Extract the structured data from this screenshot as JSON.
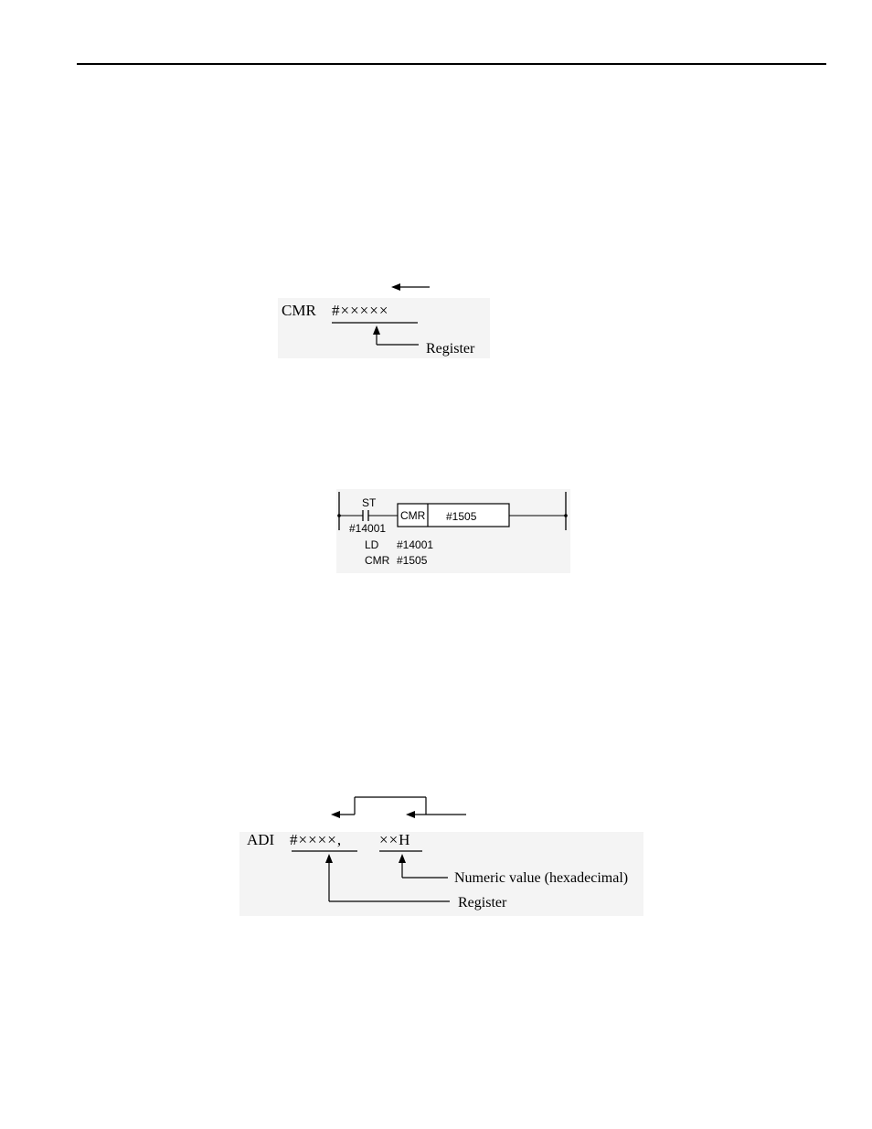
{
  "figure_cmr_format": {
    "instruction": "CMR",
    "operand": "#×××××",
    "label_register": "Register"
  },
  "figure_cmr_ladder": {
    "contact_label": "ST",
    "contact_address": "#14001",
    "box_instruction": "CMR",
    "box_operand": "#1505",
    "program_lines": [
      {
        "mnemonic": "LD",
        "operand": "#14001"
      },
      {
        "mnemonic": "CMR",
        "operand": "#1505"
      }
    ]
  },
  "figure_adi_format": {
    "instruction": "ADI",
    "operand_register": "#××××,",
    "operand_value": "××H",
    "label_value": "Numeric value (hexadecimal)",
    "label_register": "Register"
  }
}
